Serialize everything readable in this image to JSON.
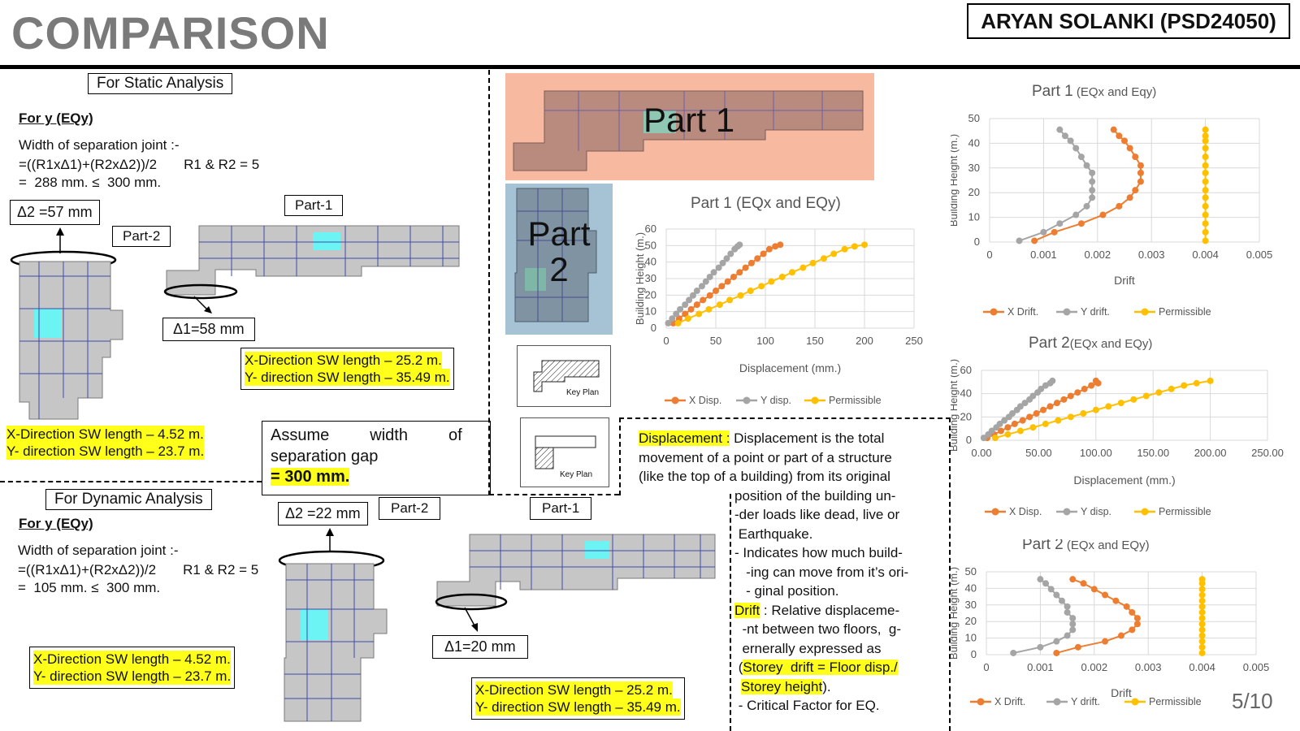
{
  "header": {
    "title": "COMPARISON",
    "author": "ARYAN SOLANKI (PSD24050)",
    "page": "5/10"
  },
  "static": {
    "label": "For Static Analysis",
    "for_y": "For  y (EQy)",
    "l1": "Width of separation joint :-",
    "l2": "=((R1xΔ1)+(R2xΔ2))/2       R1 & R2 = 5",
    "l3": "=  288 mm. ≤  300 mm.",
    "delta2": "Δ2 =57 mm",
    "delta1": "Δ1=58 mm",
    "part2": "Part-2",
    "part1": "Part-1",
    "p1_x": "X-Direction SW length – 25.2  m.",
    "p1_y": "Y- direction SW length – 35.49 m.",
    "p2_x": "X-Direction SW length – 4.52  m.",
    "p2_y": "Y- direction SW length – 23.7 m."
  },
  "assume": {
    "l1": "Assume         width         of",
    "l2": "separation gap",
    "l3": "= 300 mm."
  },
  "dynamic": {
    "label": "For Dynamic Analysis",
    "for_y": "For  y (EQy)",
    "l1": "Width of separation joint :-",
    "l2": "=((R1xΔ1)+(R2xΔ2))/2       R1 & R2 = 5",
    "l3": "=  105 mm. ≤  300 mm.",
    "delta2": "Δ2 =22 mm",
    "delta1": "Δ1=20 mm",
    "part2": "Part-2",
    "part1": "Part-1",
    "p2_x": "X-Direction SW length – 4.52  m.",
    "p2_y": "Y- direction SW length – 23.7 m.",
    "p1_x": "X-Direction SW length – 25.2  m.",
    "p1_y": "Y- direction SW length – 35.49 m."
  },
  "keyplan": {
    "part1": "Part 1",
    "part2a": "Part",
    "part2b": "2",
    "key1": "Key Plan",
    "key2": "Key Plan"
  },
  "definition": {
    "disp_term": "Displacement :",
    "disp_lines": [
      " Displacement is the total",
      "movement of a point or part of a structure",
      "(like the top of a building) from its original"
    ],
    "disp_lines2": [
      "position of the building un-",
      "-der loads like dead, live or",
      " Earthquake.",
      "- Indicates how much build-",
      "   -ing can move from it’s ori-",
      "   - ginal position."
    ],
    "drift_term": "Drift",
    "drift_rest": " : Relative displaceme-",
    "drift_lines": [
      "  -nt between two floors,  g-",
      "  ernerally expressed as"
    ],
    "paren": " (",
    "formula1": "Storey  drift = Floor disp./",
    "formula2": "Storey height",
    "close": ").",
    "critical": " - Critical Factor for EQ."
  },
  "colors": {
    "x": "#ed7d31",
    "y": "#a5a5a5",
    "perm": "#ffc000",
    "grid": "#d9d9d9"
  },
  "chart_data": [
    {
      "id": "c1",
      "type": "line",
      "title": "Part 1 (EQx and EQy)",
      "title_small": "",
      "xlabel": "Displacement (mm.)",
      "ylabel": "Building Height (m.)",
      "xlim": [
        0,
        250
      ],
      "ylim": [
        0,
        60
      ],
      "xticks": [
        "0",
        "50",
        "100",
        "150",
        "200",
        "250"
      ],
      "xtickvals": [
        0,
        50,
        100,
        150,
        200,
        250
      ],
      "yticks": [
        "0",
        "10",
        "20",
        "30",
        "40",
        "50",
        "60"
      ],
      "ytickvals": [
        0,
        10,
        20,
        30,
        40,
        50,
        60
      ],
      "series": [
        {
          "name": "X Disp.",
          "color": "#ed7d31",
          "x": [
            7,
            13,
            19,
            25,
            31,
            37,
            44,
            50,
            56,
            62,
            68,
            74,
            80,
            86,
            92,
            98,
            104,
            110,
            115
          ],
          "y": [
            3,
            5.8,
            8.6,
            11.4,
            14.2,
            17,
            19.8,
            22.6,
            25.4,
            28.2,
            31,
            33.8,
            36.6,
            39.4,
            42.2,
            45,
            47.8,
            49.5,
            50.5
          ]
        },
        {
          "name": "Y disp.",
          "color": "#a5a5a5",
          "x": [
            2,
            6,
            10,
            14,
            19,
            23,
            27,
            31,
            36,
            40,
            44,
            48,
            53,
            57,
            61,
            65,
            69,
            72,
            74
          ],
          "y": [
            3,
            5.8,
            8.6,
            11.4,
            14.2,
            17,
            19.8,
            22.6,
            25.4,
            28.2,
            31,
            33.8,
            36.6,
            39.4,
            42.2,
            45,
            47.8,
            49.5,
            50.5
          ]
        },
        {
          "name": "Permissible",
          "color": "#ffc000",
          "x": [
            12,
            22,
            33,
            43,
            54,
            64,
            75,
            85,
            96,
            106,
            117,
            127,
            138,
            148,
            159,
            169,
            180,
            190,
            200
          ],
          "y": [
            3,
            5.8,
            8.6,
            11.4,
            14.2,
            17,
            19.8,
            22.6,
            25.4,
            28.2,
            31,
            33.8,
            36.6,
            39.4,
            42.2,
            45,
            47.8,
            49.5,
            50.5
          ]
        }
      ]
    },
    {
      "id": "c2",
      "type": "line",
      "title": "Part 1",
      "title_small": " (EQx and Eqy)",
      "xlabel": "Drift",
      "ylabel": "Building Height (m.)",
      "xlim": [
        0,
        0.005
      ],
      "ylim": [
        0,
        50
      ],
      "xticks": [
        "0",
        "0.001",
        "0.002",
        "0.003",
        "0.004",
        "0.005"
      ],
      "xtickvals": [
        0,
        0.001,
        0.002,
        0.003,
        0.004,
        0.005
      ],
      "yticks": [
        "0",
        "10",
        "20",
        "30",
        "40",
        "50"
      ],
      "ytickvals": [
        0,
        10,
        20,
        30,
        40,
        50
      ],
      "series": [
        {
          "name": "X Drift.",
          "color": "#ed7d31",
          "x": [
            0.00083,
            0.0012,
            0.0017,
            0.0021,
            0.0024,
            0.0026,
            0.0027,
            0.0028,
            0.0028,
            0.0028,
            0.0027,
            0.0026,
            0.0025,
            0.0024,
            0.0023
          ],
          "y": [
            0.5,
            4,
            7.5,
            11,
            14.5,
            18,
            21,
            24.5,
            28,
            31,
            34.5,
            38,
            41,
            43,
            45.5
          ]
        },
        {
          "name": "Y drift.",
          "color": "#a5a5a5",
          "x": [
            0.00055,
            0.001,
            0.0013,
            0.0016,
            0.0018,
            0.0019,
            0.0019,
            0.0019,
            0.0019,
            0.0018,
            0.0017,
            0.0016,
            0.0015,
            0.0014,
            0.0013
          ],
          "y": [
            0.5,
            4,
            7.5,
            11,
            14.5,
            18,
            21,
            24.5,
            28,
            31,
            34.5,
            38,
            41,
            43,
            45.5
          ]
        },
        {
          "name": "Permissible",
          "color": "#ffc000",
          "x": [
            0.004,
            0.004,
            0.004,
            0.004,
            0.004,
            0.004,
            0.004,
            0.004,
            0.004,
            0.004,
            0.004,
            0.004,
            0.004,
            0.004,
            0.004
          ],
          "y": [
            0.5,
            4,
            7.5,
            11,
            14.5,
            18,
            21,
            24.5,
            28,
            31,
            34.5,
            38,
            41,
            43,
            45.5
          ]
        }
      ]
    },
    {
      "id": "c3",
      "type": "line",
      "title": "Part 2",
      "title_small": "(EQx and EQy)",
      "xlabel": "Displacement (mm.)",
      "ylabel": "Building Height (m.)",
      "xlim": [
        0,
        250
      ],
      "ylim": [
        0,
        60
      ],
      "xticks": [
        "0.00",
        "50.00",
        "100.00",
        "150.00",
        "200.00",
        "250.00"
      ],
      "xtickvals": [
        0,
        50,
        100,
        150,
        200,
        250
      ],
      "yticks": [
        "0",
        "20",
        "40",
        "60"
      ],
      "ytickvals": [
        0,
        20,
        40,
        60
      ],
      "series": [
        {
          "name": "X Disp.",
          "color": "#ed7d31",
          "x": [
            5,
            11,
            17,
            23,
            29,
            36,
            42,
            48,
            54,
            60,
            66,
            72,
            78,
            84,
            90,
            96,
            102,
            100
          ],
          "y": [
            2,
            5,
            8,
            11,
            14,
            17,
            20,
            23,
            26,
            29,
            32,
            35,
            38,
            41,
            44,
            47,
            49,
            51
          ]
        },
        {
          "name": "Y disp.",
          "color": "#a5a5a5",
          "x": [
            2,
            6,
            9,
            13,
            16,
            20,
            24,
            27,
            31,
            34,
            38,
            42,
            45,
            49,
            52,
            56,
            60,
            62
          ],
          "y": [
            2,
            5,
            8,
            11,
            14,
            17,
            20,
            23,
            26,
            29,
            32,
            35,
            38,
            41,
            44,
            47,
            49,
            51
          ]
        },
        {
          "name": "Permissible",
          "color": "#ffc000",
          "x": [
            12,
            23,
            34,
            45,
            56,
            67,
            78,
            89,
            100,
            111,
            122,
            133,
            144,
            155,
            166,
            177,
            188,
            200
          ],
          "y": [
            2,
            5,
            8,
            11,
            14,
            17,
            20,
            23,
            26,
            29,
            32,
            35,
            38,
            41,
            44,
            47,
            49,
            51
          ]
        }
      ]
    },
    {
      "id": "c4",
      "type": "line",
      "title": "Part 2",
      "title_small": " (EQx and EQy)",
      "xlabel": "Drift",
      "ylabel": "Building Height (m.)",
      "xlim": [
        0,
        0.005
      ],
      "ylim": [
        0,
        50
      ],
      "xticks": [
        "0",
        "0.001",
        "0.002",
        "0.003",
        "0.004",
        "0.005"
      ],
      "xtickvals": [
        0,
        0.001,
        0.002,
        0.003,
        0.004,
        0.005
      ],
      "yticks": [
        "0",
        "10",
        "20",
        "30",
        "40",
        "50"
      ],
      "ytickvals": [
        0,
        10,
        20,
        30,
        40,
        50
      ],
      "series": [
        {
          "name": "X Drift.",
          "color": "#ed7d31",
          "x": [
            0.0013,
            0.0017,
            0.0022,
            0.0025,
            0.0027,
            0.0028,
            0.0028,
            0.0027,
            0.0026,
            0.0024,
            0.0022,
            0.002,
            0.0018,
            0.0016
          ],
          "y": [
            1,
            4.5,
            8,
            11.5,
            15,
            18.5,
            22,
            25.5,
            29,
            32.5,
            36,
            39.5,
            43,
            45.5
          ]
        },
        {
          "name": "Y drift.",
          "color": "#a5a5a5",
          "x": [
            0.0005,
            0.001,
            0.0013,
            0.0015,
            0.0016,
            0.0016,
            0.0016,
            0.0015,
            0.0015,
            0.0014,
            0.0013,
            0.0012,
            0.0011,
            0.001
          ],
          "y": [
            1,
            4.5,
            8,
            11.5,
            15,
            18.5,
            22,
            25.5,
            29,
            32.5,
            36,
            39.5,
            43,
            45.5
          ]
        },
        {
          "name": "Permissible",
          "color": "#ffc000",
          "x": [
            0.004,
            0.004,
            0.004,
            0.004,
            0.004,
            0.004,
            0.004,
            0.004,
            0.004,
            0.004,
            0.004,
            0.004,
            0.004,
            0.004
          ],
          "y": [
            1,
            4.5,
            8,
            11.5,
            15,
            18.5,
            22,
            25.5,
            29,
            32.5,
            36,
            39.5,
            43,
            45.5
          ]
        }
      ]
    }
  ]
}
